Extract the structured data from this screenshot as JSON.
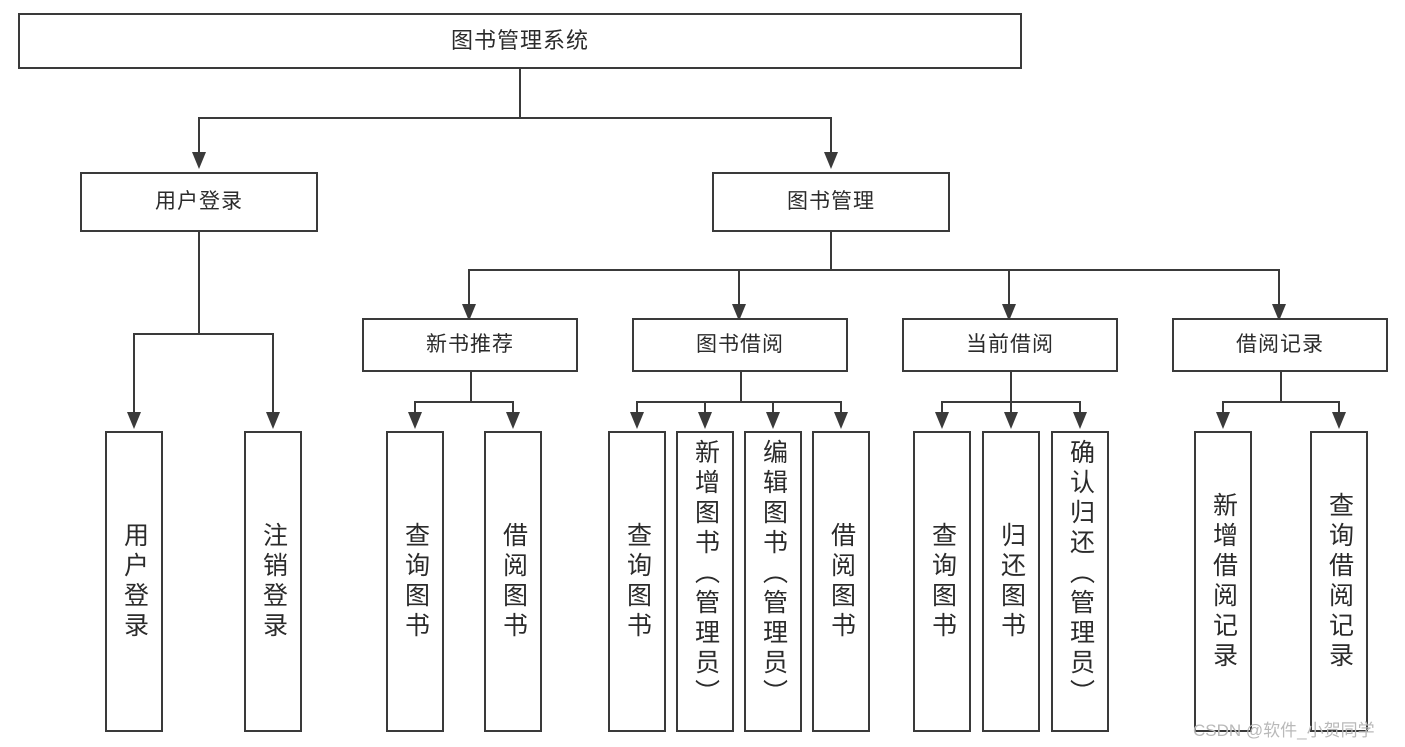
{
  "diagram": {
    "type": "tree-hierarchy-chart",
    "root": {
      "label": "图书管理系统"
    },
    "level2": [
      {
        "label": "用户登录"
      },
      {
        "label": "图书管理"
      }
    ],
    "level3": [
      {
        "label": "新书推荐"
      },
      {
        "label": "图书借阅"
      },
      {
        "label": "当前借阅"
      },
      {
        "label": "借阅记录"
      }
    ],
    "leaves": {
      "user_login": [
        {
          "label": "用户登录"
        },
        {
          "label": "注销登录"
        }
      ],
      "new_book_recommend": [
        {
          "label": "查询图书"
        },
        {
          "label": "借阅图书"
        }
      ],
      "book_borrow": [
        {
          "label": "查询图书"
        },
        {
          "label": "新增图书（管理员）"
        },
        {
          "label": "编辑图书（管理员）"
        },
        {
          "label": "借阅图书"
        }
      ],
      "current_borrow": [
        {
          "label": "查询图书"
        },
        {
          "label": "归还图书"
        },
        {
          "label": "确认归还（管理员）"
        }
      ],
      "borrow_record": [
        {
          "label": "新增借阅记录"
        },
        {
          "label": "查询借阅记录"
        }
      ]
    }
  },
  "watermark": {
    "text": "CSDN @软件_小贺同学"
  },
  "colors": {
    "stroke": "#3a3a3a",
    "text": "#2b2b2b",
    "background": "#ffffff",
    "watermark": "#b9b9b9"
  }
}
